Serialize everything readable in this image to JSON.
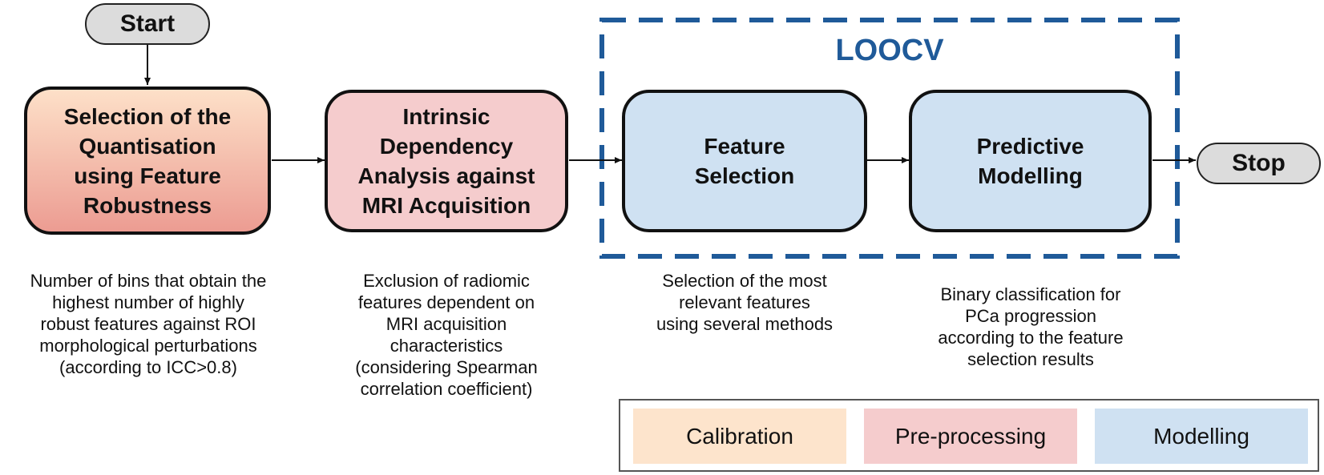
{
  "start": {
    "label": "Start"
  },
  "stop": {
    "label": "Stop"
  },
  "loocv": {
    "label": "LOOCV",
    "color": "#1f5a99"
  },
  "steps": [
    {
      "id": "calibration",
      "title": "Selection of the\nQuantisation\nusing Feature\nRobustness",
      "caption": "Number of bins that obtain the\nhighest number of highly\nrobust features against  ROI\nmorphological perturbations\n(according to ICC>0.8)"
    },
    {
      "id": "preprocessing",
      "title": "Intrinsic\nDependency\nAnalysis against\nMRI Acquisition",
      "caption": "Exclusion of radiomic\nfeatures dependent on\nMRI acquisition\ncharacteristics\n(considering Spearman\ncorrelation coefficient)"
    },
    {
      "id": "feature-selection",
      "title": "Feature\nSelection",
      "caption": "Selection of the most\nrelevant features\nusing several methods"
    },
    {
      "id": "predictive-modelling",
      "title": "Predictive\nModelling",
      "caption": "Binary classification for\nPCa progression\naccording to the feature\nselection results"
    }
  ],
  "legend": [
    {
      "label": "Calibration",
      "color": "#fde4cc"
    },
    {
      "label": "Pre-processing",
      "color": "#f5cccd"
    },
    {
      "label": "Modelling",
      "color": "#cfe1f2"
    }
  ],
  "colors": {
    "calibration_top": "#fde0c8",
    "calibration_bottom": "#ec9c92",
    "preprocessing": "#f5cccd",
    "modelling": "#cfe1f2",
    "terminal": "#dcdcdc"
  }
}
